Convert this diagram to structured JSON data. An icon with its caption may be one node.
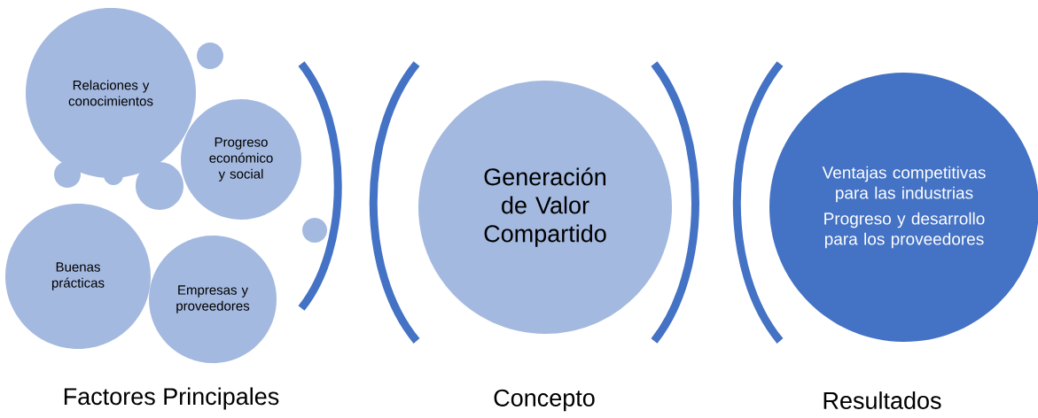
{
  "diagram": {
    "nodes": [
      {
        "text": [
          "Relaciones y conocimientos"
        ]
      },
      {
        "text": [],
        "shape": "circle"
      },
      {
        "text": [
          "Progreso económico y social"
        ]
      },
      {
        "text": [],
        "shape": "circle"
      },
      {
        "text": [],
        "shape": "circle"
      },
      {
        "text": [],
        "shape": "circle"
      },
      {
        "text": [],
        "shape": "circle"
      },
      {
        "text": [
          "Buenas prácticas"
        ]
      },
      {
        "text": [
          "Empresas y proveedores"
        ]
      },
      {
        "text": [
          "Generación de Valor Compartido"
        ]
      },
      {
        "text": [
          "Ventajas competitivas para las industrias",
          "Progreso y desarrollo para los proveedores"
        ]
      }
    ],
    "edges": [],
    "labels": [
      "Factores Principales",
      "Concepto",
      "Resultados"
    ]
  }
}
